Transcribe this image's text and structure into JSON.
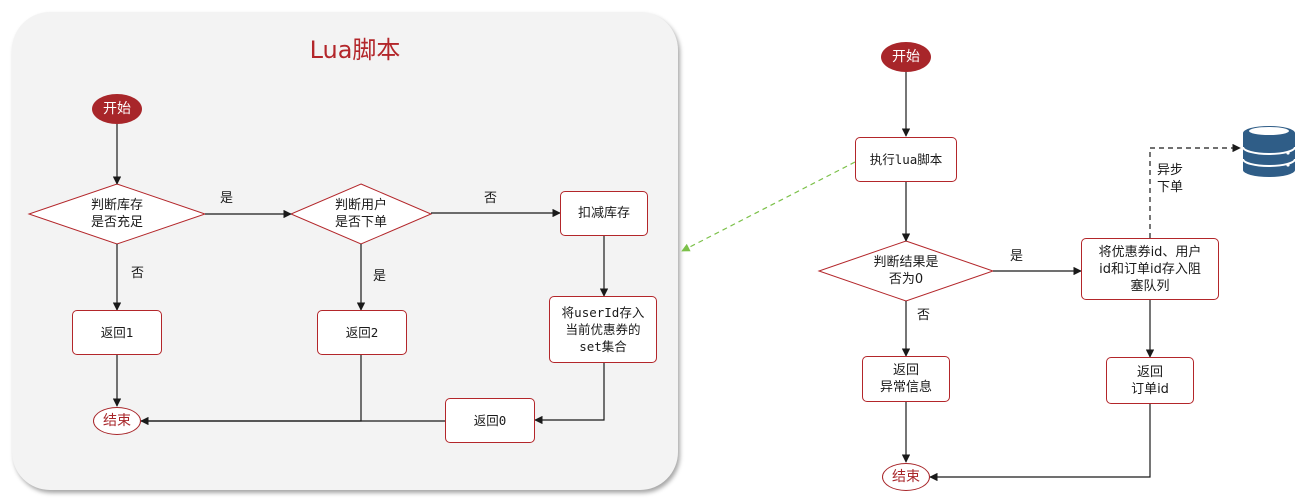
{
  "panel": {
    "title": "Lua脚本"
  },
  "left": {
    "start": "开始",
    "check_stock": "判断库存\n是否充足",
    "check_user": "判断用户\n是否下单",
    "deduct_stock": "扣减库存",
    "save_user": "将userId存入\n当前优惠券的\nset集合",
    "return_1": "返回1",
    "return_2": "返回2",
    "return_0": "返回0",
    "end": "结束",
    "label_yes_stock": "是",
    "label_no_stock": "否",
    "label_yes_user": "是",
    "label_no_user": "否"
  },
  "right": {
    "start": "开始",
    "exec_lua": "执行lua脚本",
    "check_result": "判断结果是\n否为0",
    "enqueue": "将优惠券id、用户\nid和订单id存入阻\n塞队列",
    "return_error": "返回\n异常信息",
    "return_order": "返回\n订单id",
    "end": "结束",
    "label_yes": "是",
    "label_no": "否",
    "label_async": "异步\n下单"
  },
  "colors": {
    "accent": "#a8262a",
    "edge": "#1a1a1a",
    "dashed_link": "#7cc14a",
    "db": "#2f5d87"
  },
  "icons": {
    "database": "database-icon"
  }
}
